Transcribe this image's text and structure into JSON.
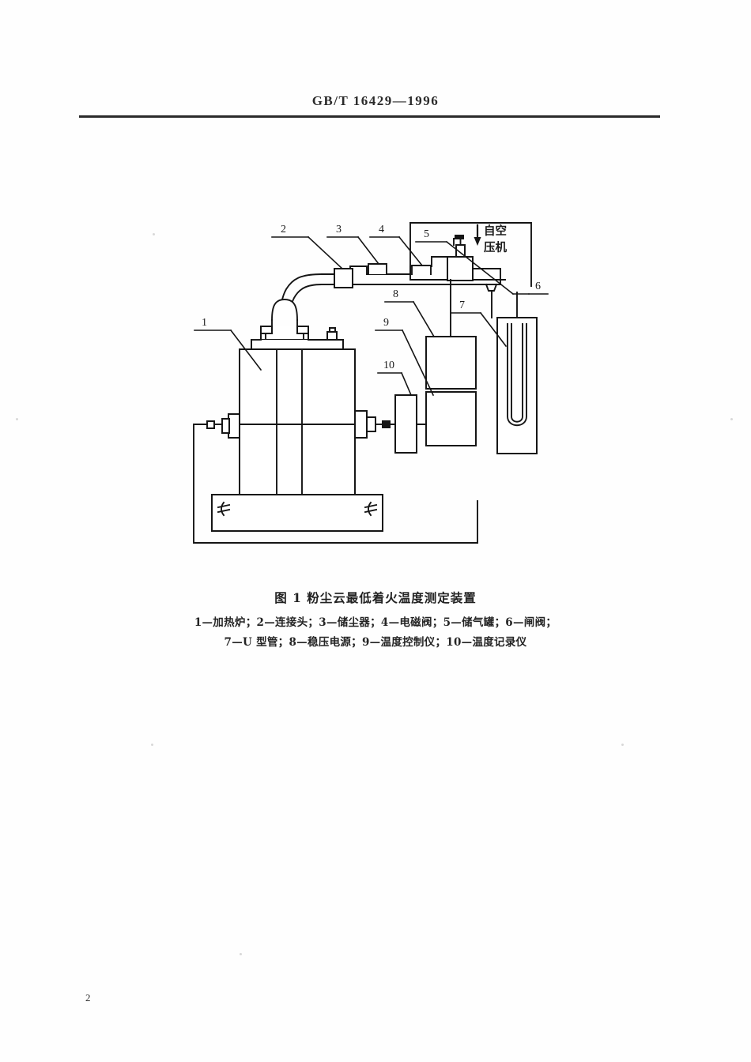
{
  "header": {
    "standard_number": "GB/T 16429—1996"
  },
  "figure": {
    "title": "图 1  粉尘云最低着火温度测定装置",
    "inline_labels": {
      "air_compressor": "自空\n压机",
      "air_compressor_line1": "自空",
      "air_compressor_line2": "压机"
    },
    "callouts": [
      {
        "id": "1",
        "text": "1"
      },
      {
        "id": "2",
        "text": "2"
      },
      {
        "id": "3",
        "text": "3"
      },
      {
        "id": "4",
        "text": "4"
      },
      {
        "id": "5",
        "text": "5"
      },
      {
        "id": "6",
        "text": "6"
      },
      {
        "id": "7",
        "text": "7"
      },
      {
        "id": "8",
        "text": "8"
      },
      {
        "id": "9",
        "text": "9"
      },
      {
        "id": "10",
        "text": "10"
      }
    ],
    "legend_line_1": "1—加热炉；2—连接头；3—储尘器；4—电磁阀；5—储气罐；6—闸阀；",
    "legend_line_2": "7—U 型管；8—稳压电源；9—温度控制仪；10—温度记录仪",
    "legend_items": [
      {
        "num": "1",
        "name": "加热炉"
      },
      {
        "num": "2",
        "name": "连接头"
      },
      {
        "num": "3",
        "name": "储尘器"
      },
      {
        "num": "4",
        "name": "电磁阀"
      },
      {
        "num": "5",
        "name": "储气罐"
      },
      {
        "num": "6",
        "name": "闸阀"
      },
      {
        "num": "7",
        "name": "U 型管"
      },
      {
        "num": "8",
        "name": "稳压电源"
      },
      {
        "num": "9",
        "name": "温度控制仪"
      },
      {
        "num": "10",
        "name": "温度记录仪"
      }
    ]
  },
  "footer": {
    "page_number": "2"
  },
  "colors": {
    "ink": "#1a1a1a",
    "rule": "#2a2a2a",
    "paper": "#fefefe"
  }
}
